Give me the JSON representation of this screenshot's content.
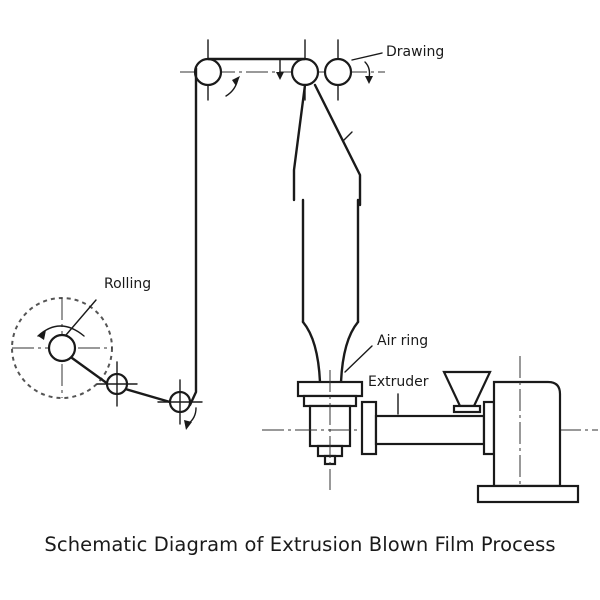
{
  "labels": {
    "drawing": "Drawing",
    "rolling": "Rolling",
    "air_ring": "Air ring",
    "extruder": "Extruder"
  },
  "caption": "Schematic Diagram of Extrusion Blown Film Process"
}
